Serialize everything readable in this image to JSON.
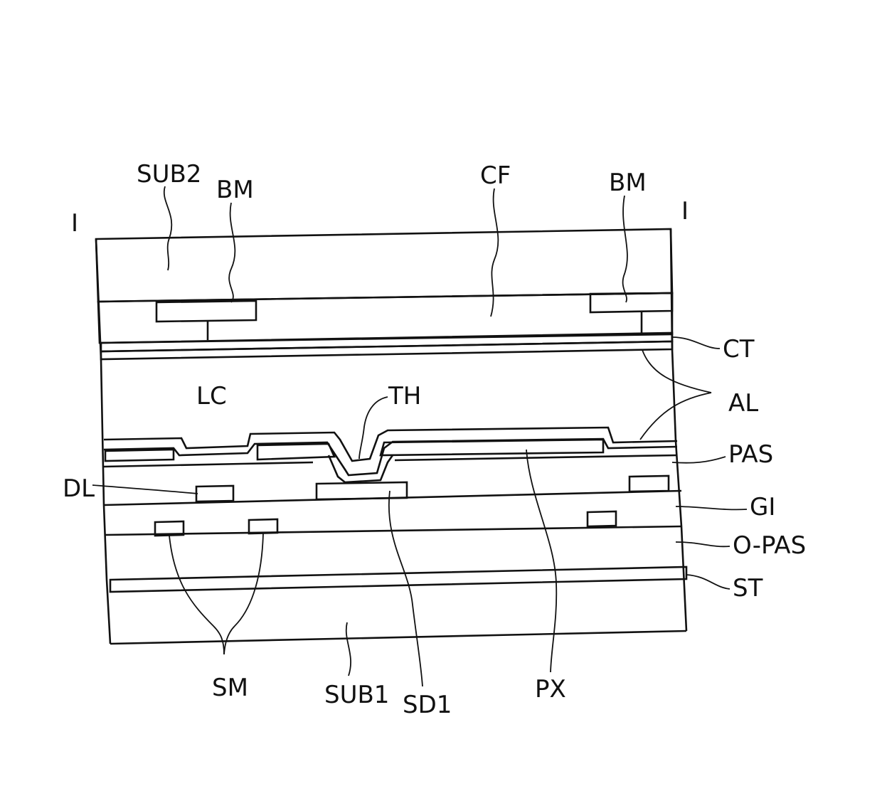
{
  "labels": {
    "sub2": "SUB2",
    "bm_left": "BM",
    "cf": "CF",
    "bm_right": "BM",
    "section_left": "I",
    "section_right": "I",
    "ct": "CT",
    "al": "AL",
    "lc": "LC",
    "th": "TH",
    "pas": "PAS",
    "dl": "DL",
    "gi": "GI",
    "o_pas": "O-PAS",
    "st": "ST",
    "sm": "SM",
    "sub1": "SUB1",
    "sd1": "SD1",
    "px": "PX"
  }
}
